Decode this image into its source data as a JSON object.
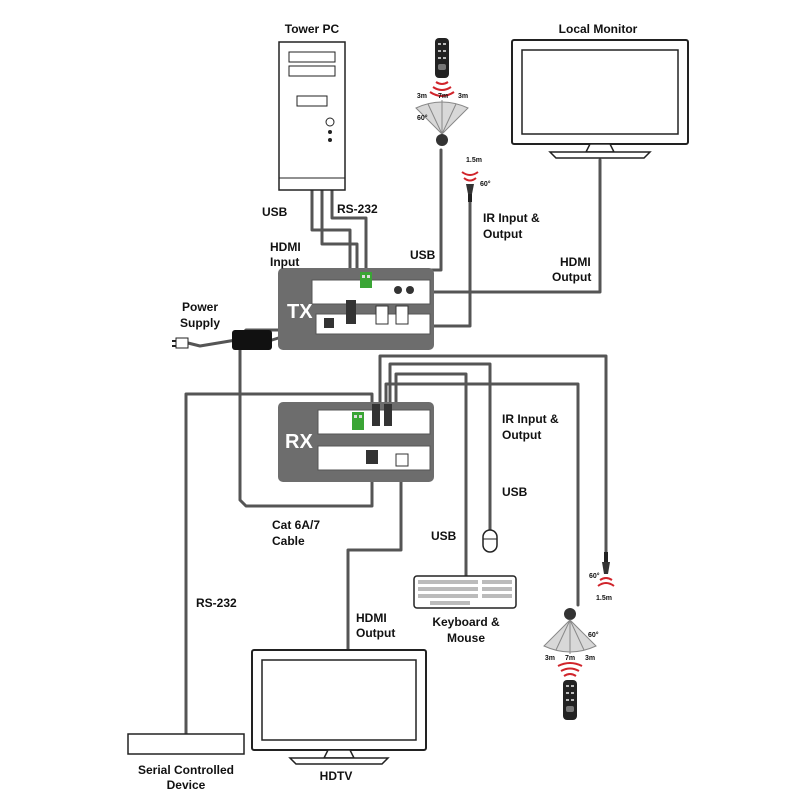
{
  "labels": {
    "tower_pc": "Tower PC",
    "local_monitor": "Local Monitor",
    "usb_pc": "USB",
    "rs232_pc": "RS-232",
    "hdmi_input_1": "HDMI",
    "hdmi_input_2": "Input",
    "usb_tx": "USB",
    "ir_tx_1": "IR  Input  &",
    "ir_tx_2": "Output",
    "hdmi_out_local_1": "HDMI",
    "hdmi_out_local_2": "Output",
    "power_1": "Power",
    "power_2": "Supply",
    "tx": "TX",
    "rx": "RX",
    "ir_rx_1": "IR Input &",
    "ir_rx_2": "Output",
    "usb_mouse": "USB",
    "usb_keyboard": "USB",
    "cat_1": "Cat 6A/7",
    "cat_2": "Cable",
    "rs232_serial": "RS-232",
    "hdmi_out_tv_1": "HDMI",
    "hdmi_out_tv_2": "Output",
    "kbm_1": "Keyboard &",
    "kbm_2": "Mouse",
    "hdtv": "HDTV",
    "serial_1": "Serial Controlled",
    "serial_2": "Device"
  },
  "remote_top": {
    "left": "3m",
    "center": "7m",
    "right": "3m",
    "angle": "60°"
  },
  "ir_eye_top": {
    "distance": "1.5m",
    "angle": "60°"
  },
  "ir_eye_bottom": {
    "distance": "1.5m",
    "angle": "60°"
  },
  "remote_bottom": {
    "left": "3m",
    "center": "7m",
    "right": "3m",
    "angle": "60°"
  },
  "colors": {
    "cable": "#555555",
    "cable_outline": "#ffffff",
    "unit_body": "#6d6d6d",
    "accent_green": "#3aa535",
    "signal_red": "#d0242b"
  }
}
